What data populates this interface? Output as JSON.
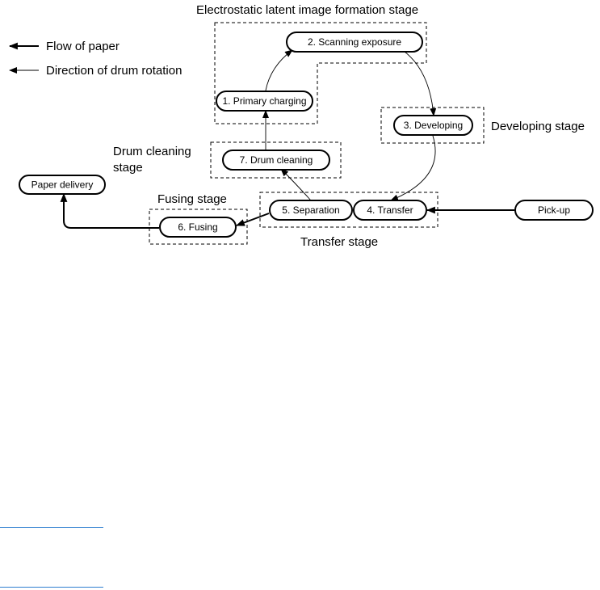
{
  "legend": {
    "paper_flow": "Flow of paper",
    "drum_rotation": "Direction of drum rotation"
  },
  "stages": {
    "latent_image": "Electrostatic latent image formation stage",
    "developing": "Developing stage",
    "drum_cleaning_line1": "Drum cleaning",
    "drum_cleaning_line2": "stage",
    "fusing": "Fusing stage",
    "transfer": "Transfer stage"
  },
  "steps": {
    "primary_charging": "1. Primary charging",
    "scanning_exposure": "2. Scanning exposure",
    "developing": "3. Developing",
    "transfer": "4. Transfer",
    "separation": "5. Separation",
    "fusing": "6. Fusing",
    "drum_cleaning": "7. Drum cleaning",
    "paper_delivery": "Paper delivery",
    "pick_up": "Pick-up"
  }
}
